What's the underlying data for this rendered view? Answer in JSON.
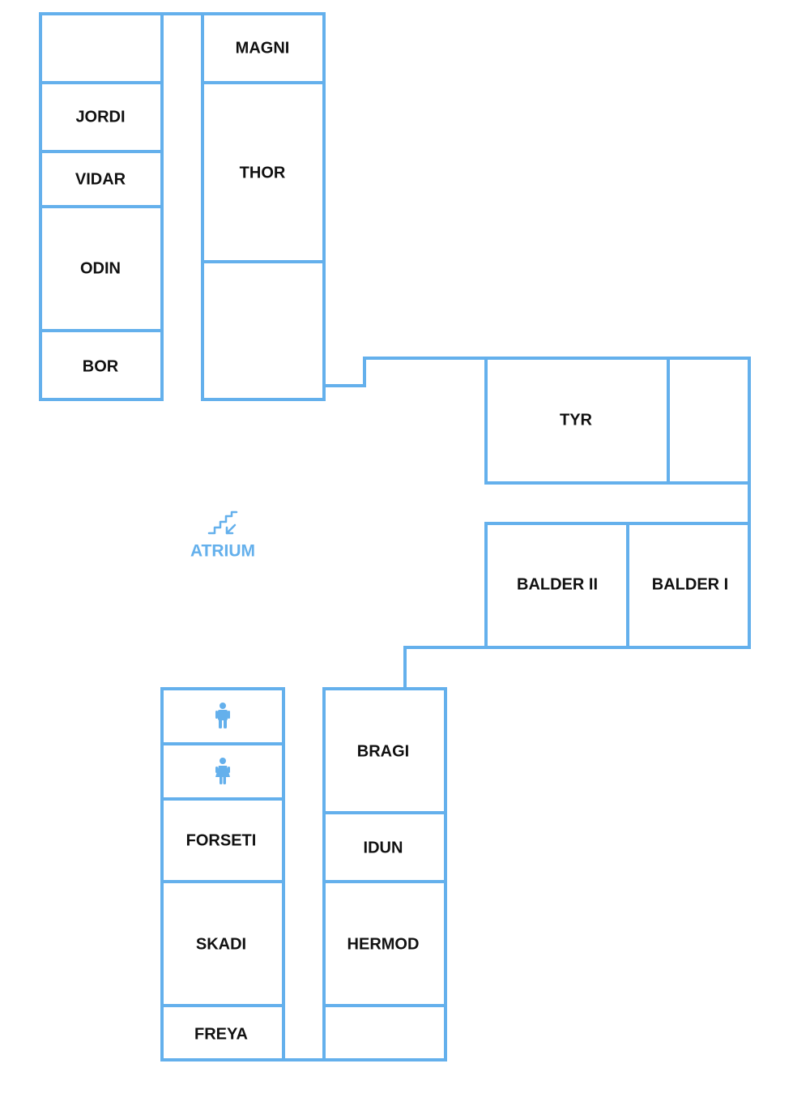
{
  "floorplan": {
    "wall_color": "#64b0ec",
    "label_color": "#111111",
    "rooms": {
      "top_left_1": "",
      "jordi": "JORDI",
      "vidar": "VIDAR",
      "odin": "ODIN",
      "bor": "BOR",
      "magni": "MAGNI",
      "thor": "THOR",
      "top_mid_3": "",
      "tyr": "TYR",
      "tyr_side": "",
      "balder_ii": "BALDER II",
      "balder_i": "BALDER I",
      "restroom_1": "",
      "restroom_2": "",
      "forseti": "FORSETI",
      "skadi": "SKADI",
      "freya": "FREYA",
      "bragi": "BRAGI",
      "idun": "IDUN",
      "hermod": "HERMOD",
      "bottom_mid_4": ""
    },
    "atrium": {
      "label": "ATRIUM",
      "icon": "stairs-down-icon"
    },
    "restroom_icons": [
      "restroom-man-icon",
      "restroom-woman-icon"
    ]
  }
}
